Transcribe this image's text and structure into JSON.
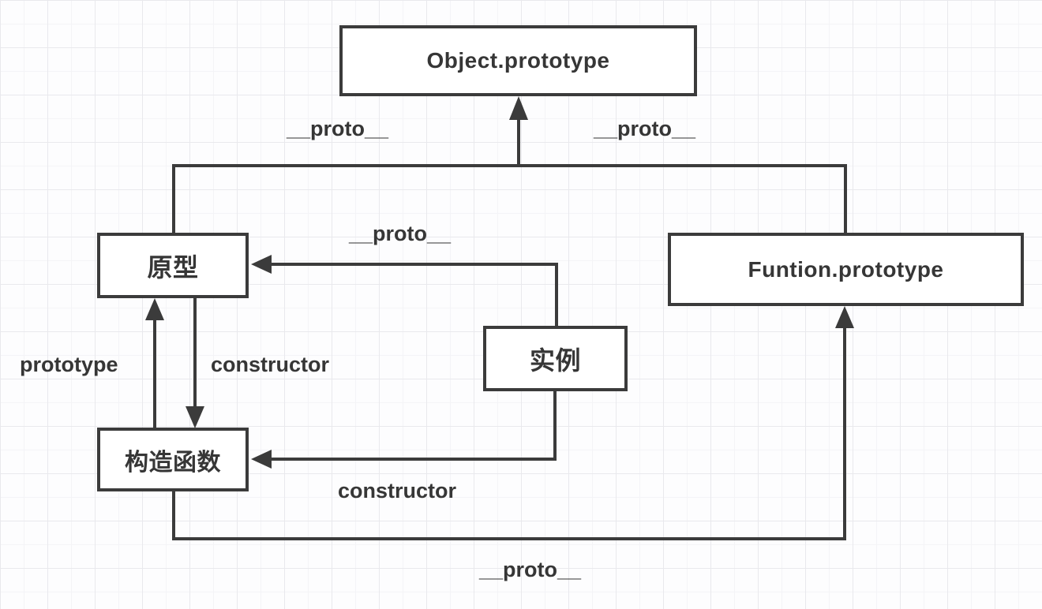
{
  "diagram": {
    "nodes": [
      {
        "id": "object-prototype",
        "label": "Object.prototype"
      },
      {
        "id": "prototype-cn",
        "label": "原型"
      },
      {
        "id": "funtion-prototype",
        "label": "Funtion.prototype"
      },
      {
        "id": "instance-cn",
        "label": "实例"
      },
      {
        "id": "constructor-fn-cn",
        "label": "构造函数"
      }
    ],
    "edge_labels": [
      {
        "id": "proto-top-left",
        "label": "__proto__"
      },
      {
        "id": "proto-top-right",
        "label": "__proto__"
      },
      {
        "id": "proto-instance",
        "label": "__proto__"
      },
      {
        "id": "prototype-edge",
        "label": "prototype"
      },
      {
        "id": "constructor-edge",
        "label": "constructor"
      },
      {
        "id": "constructor-instance",
        "label": "constructor"
      },
      {
        "id": "proto-bottom",
        "label": "__proto__"
      }
    ],
    "colors": {
      "stroke": "#3b3b3b",
      "text": "#363636",
      "node_fill": "#ffffff",
      "grid_minor": "#f4f4f7",
      "grid_major": "#e9e9ed",
      "background": "#fdfdfe"
    }
  }
}
